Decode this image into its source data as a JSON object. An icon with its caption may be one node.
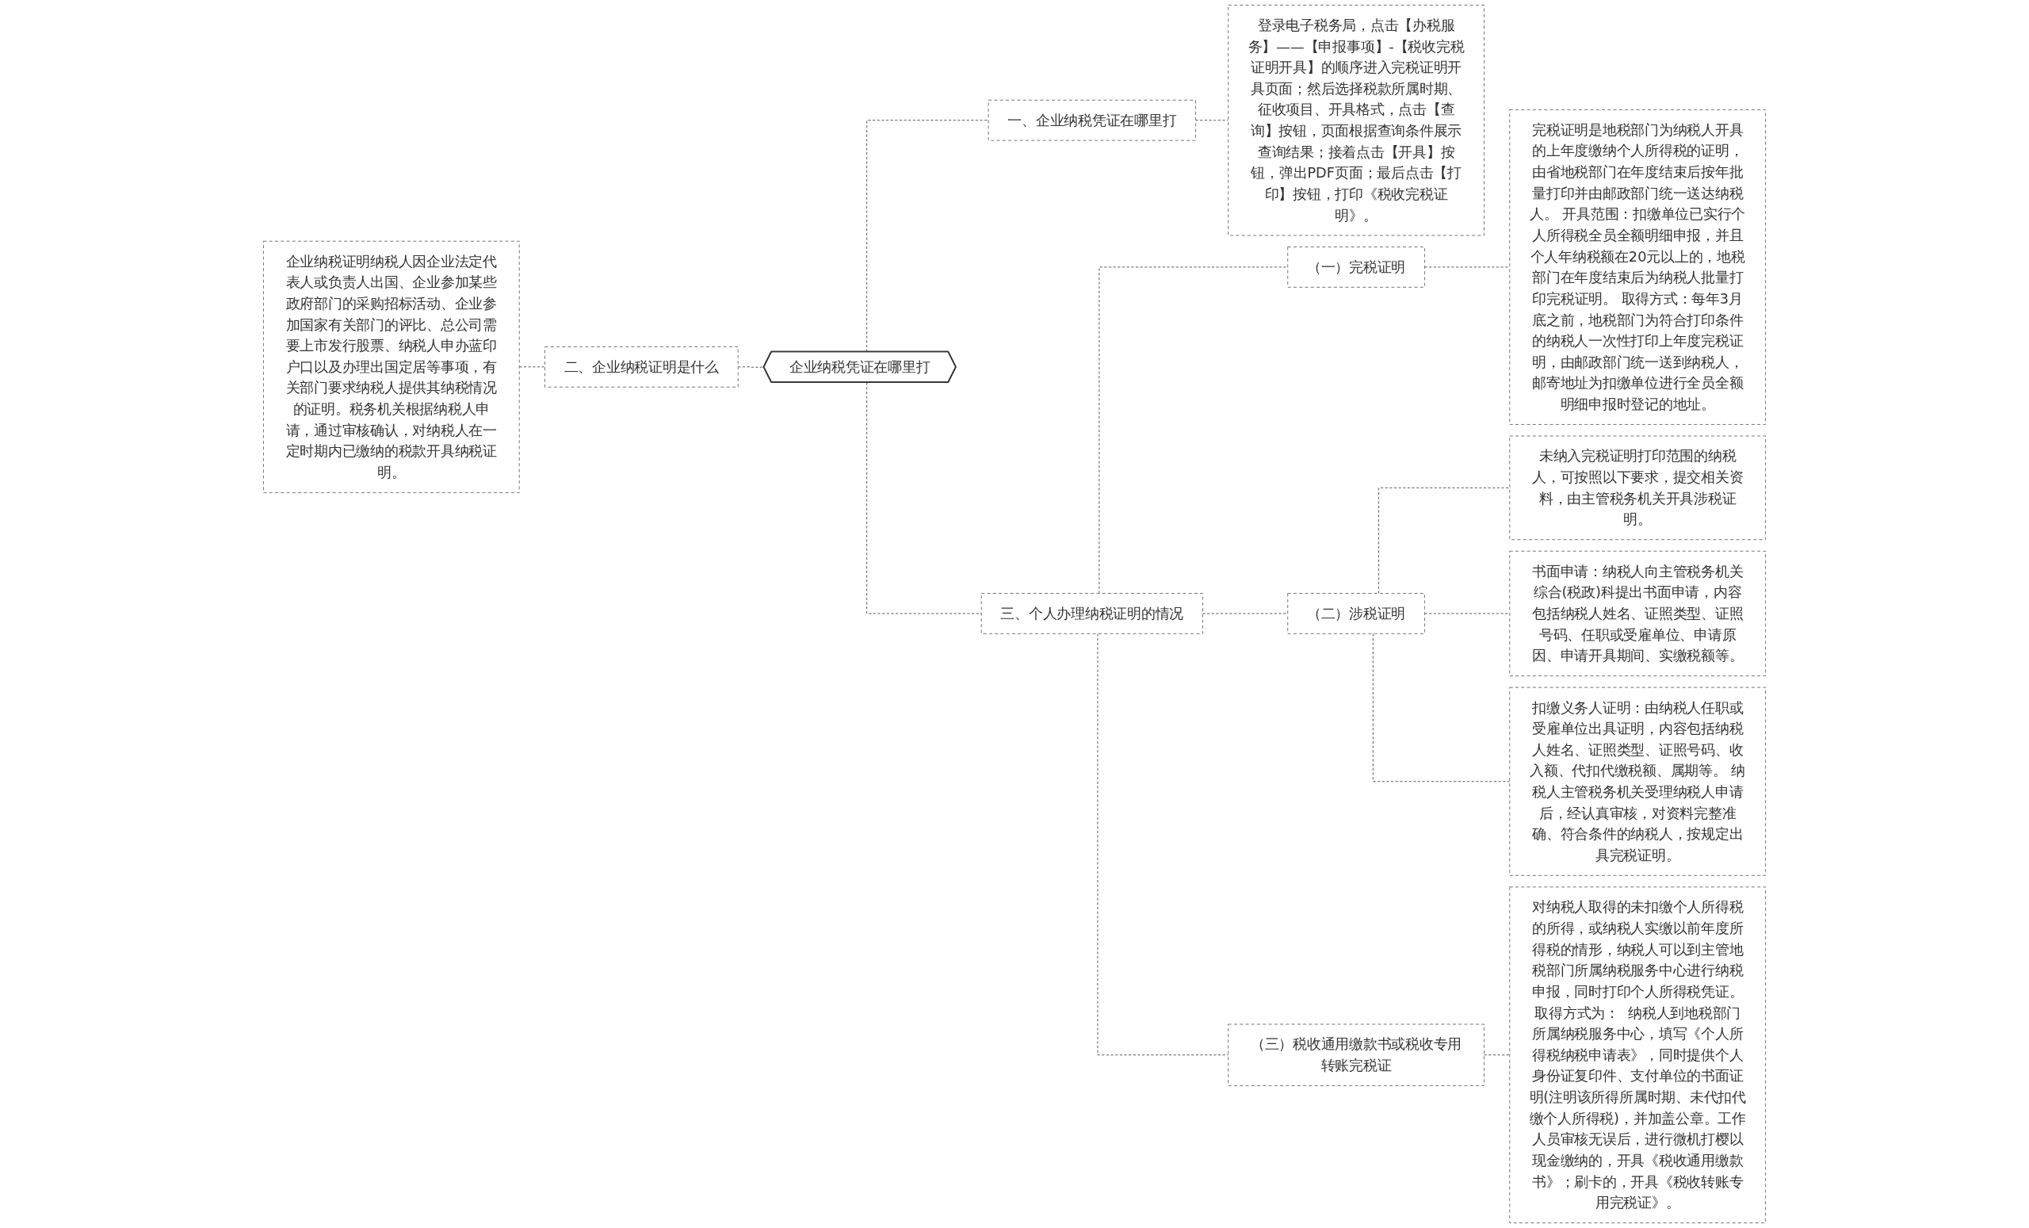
{
  "diagram": {
    "nodes": [
      {
        "text": [
          "企业纳税凭证在哪里打"
        ]
      },
      {
        "text": [
          "一、企业纳税凭证在哪里打"
        ]
      },
      {
        "text": [
          "登录电子税务局，点击【办税服务】——【申报事项】-【税收完税证明开具】的顺序进入完税证明开具页面；然后选择税款所属时期、征收项目、开具格式，点击【查询】按钮，页面根据查询条件展示查询结果；接着点击【开具】按钮，弹出PDF页面；最后点击【打印】按钮，打印《税收完税证明》。"
        ]
      },
      {
        "text": [
          "二、企业纳税证明是什么"
        ]
      },
      {
        "text": [
          "企业纳税证明纳税人因企业法定代表人或负责人出国、企业参加某些政府部门的采购招标活动、企业参加国家有关部门的评比、总公司需要上市发行股票、纳税人申办蓝印户口以及办理出国定居等事项，有关部门要求纳税人提供其纳税情况的证明。税务机关根据纳税人申请，通过审核确认，对纳税人在一定时期内已缴纳的税款开具纳税证明。"
        ]
      },
      {
        "text": [
          "三、个人办理纳税证明的情况"
        ]
      },
      {
        "text": [
          "（一）完税证明"
        ]
      },
      {
        "text": [
          "完税证明是地税部门为纳税人开具的上年度缴纳个人所得税的证明，由省地税部门在年度结束后按年批量打印并由邮政部门统一送达纳税人。 开具范围：扣缴单位已实行个人所得税全员全额明细申报，并且个人年纳税额在20元以上的，地税部门在年度结束后为纳税人批量打印完税证明。 取得方式：每年3月底之前，地税部门为符合打印条件的纳税人一次性打印上年度完税证明，由邮政部门统一送到纳税人，邮寄地址为扣缴单位进行全员全额明细申报时登记的地址。"
        ]
      },
      {
        "text": [
          "（二）涉税证明"
        ]
      },
      {
        "text": [
          "未纳入完税证明打印范围的纳税人，可按照以下要求，提交相关资料，由主管税务机关开具涉税证明。"
        ]
      },
      {
        "text": [
          "书面申请：纳税人向主管税务机关综合(税政)科提出书面申请，内容包括纳税人姓名、证照类型、证照号码、任职或受雇单位、申请原因、申请开具期间、实缴税额等。"
        ]
      },
      {
        "text": [
          "扣缴义务人证明：由纳税人任职或受雇单位出具证明，内容包括纳税人姓名、证照类型、证照号码、收入额、代扣代缴税额、属期等。 纳税人主管税务机关受理纳税人申请后，经认真审核，对资料完整准确、符合条件的纳税人，按规定出具完税证明。"
        ]
      },
      {
        "text": [
          "（三）税收通用缴款书或税收专用转账完税证"
        ]
      },
      {
        "text": [
          "对纳税人取得的未扣缴个人所得税的所得，或纳税人实缴以前年度所得税的情形，纳税人可以到主管地税部门所属纳税服务中心进行纳税申报，同时打印个人所得税凭证。取得方式为：  纳税人到地税部门所属纳税服务中心，填写《个人所得税纳税申请表》，同时提供个人身份证复印件、支付单位的书面证明(注明该所得所属时期、未代扣代缴个人所得税)，并加盖公章。工作人员审核无误后，进行微机打樱以现金缴纳的，开具《税收通用缴款书》；刷卡的，开具《税收转账专用完税证》。"
        ]
      }
    ],
    "edges": [
      {
        "from": 0,
        "to": 1,
        "arrow": "none",
        "style": "dashed"
      },
      {
        "from": 1,
        "to": 2,
        "arrow": "none",
        "style": "dashed"
      },
      {
        "from": 3,
        "to": 0,
        "arrow": "none",
        "style": "dashed"
      },
      {
        "from": 4,
        "to": 3,
        "arrow": "none",
        "style": "dashed"
      },
      {
        "from": 0,
        "to": 5,
        "arrow": "none",
        "style": "dashed"
      },
      {
        "from": 5,
        "to": 6,
        "arrow": "none",
        "style": "dashed"
      },
      {
        "from": 6,
        "to": 7,
        "arrow": "none",
        "style": "dashed"
      },
      {
        "from": 5,
        "to": 8,
        "arrow": "none",
        "style": "dashed"
      },
      {
        "from": 8,
        "to": 9,
        "arrow": "none",
        "style": "dashed"
      },
      {
        "from": 8,
        "to": 10,
        "arrow": "none",
        "style": "dashed"
      },
      {
        "from": 8,
        "to": 11,
        "arrow": "none",
        "style": "dashed"
      },
      {
        "from": 5,
        "to": 12,
        "arrow": "none",
        "style": "dashed"
      },
      {
        "from": 12,
        "to": 13,
        "arrow": "none",
        "style": "dashed"
      }
    ]
  }
}
